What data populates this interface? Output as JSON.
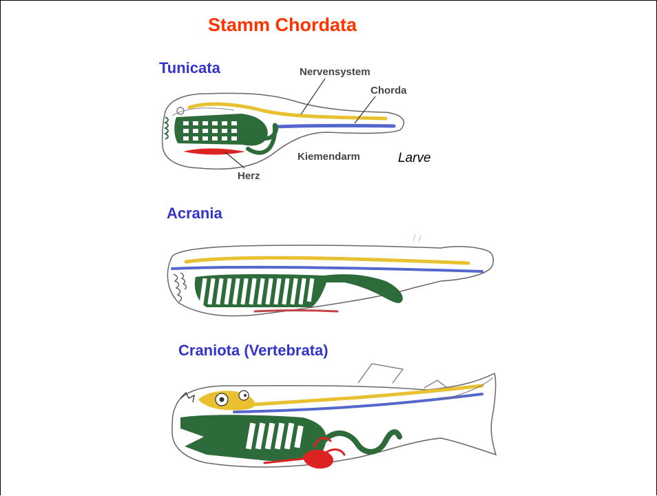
{
  "title": "Stamm Chordata",
  "groups": {
    "tunicata": "Tunicata",
    "acrania": "Acrania",
    "craniota": "Craniota (Vertebrata)"
  },
  "annotations": {
    "nervensystem": "Nervensystem",
    "chorda": "Chorda",
    "kiemendarm": "Kiemendarm",
    "herz": "Herz",
    "larve": "Larve"
  },
  "colors": {
    "title": "#ff3300",
    "group_label": "#3333cc",
    "nerve": "#e8c030",
    "chorda": "#5566cc",
    "gut": "#2e6b3a",
    "heart": "#dd2222"
  }
}
